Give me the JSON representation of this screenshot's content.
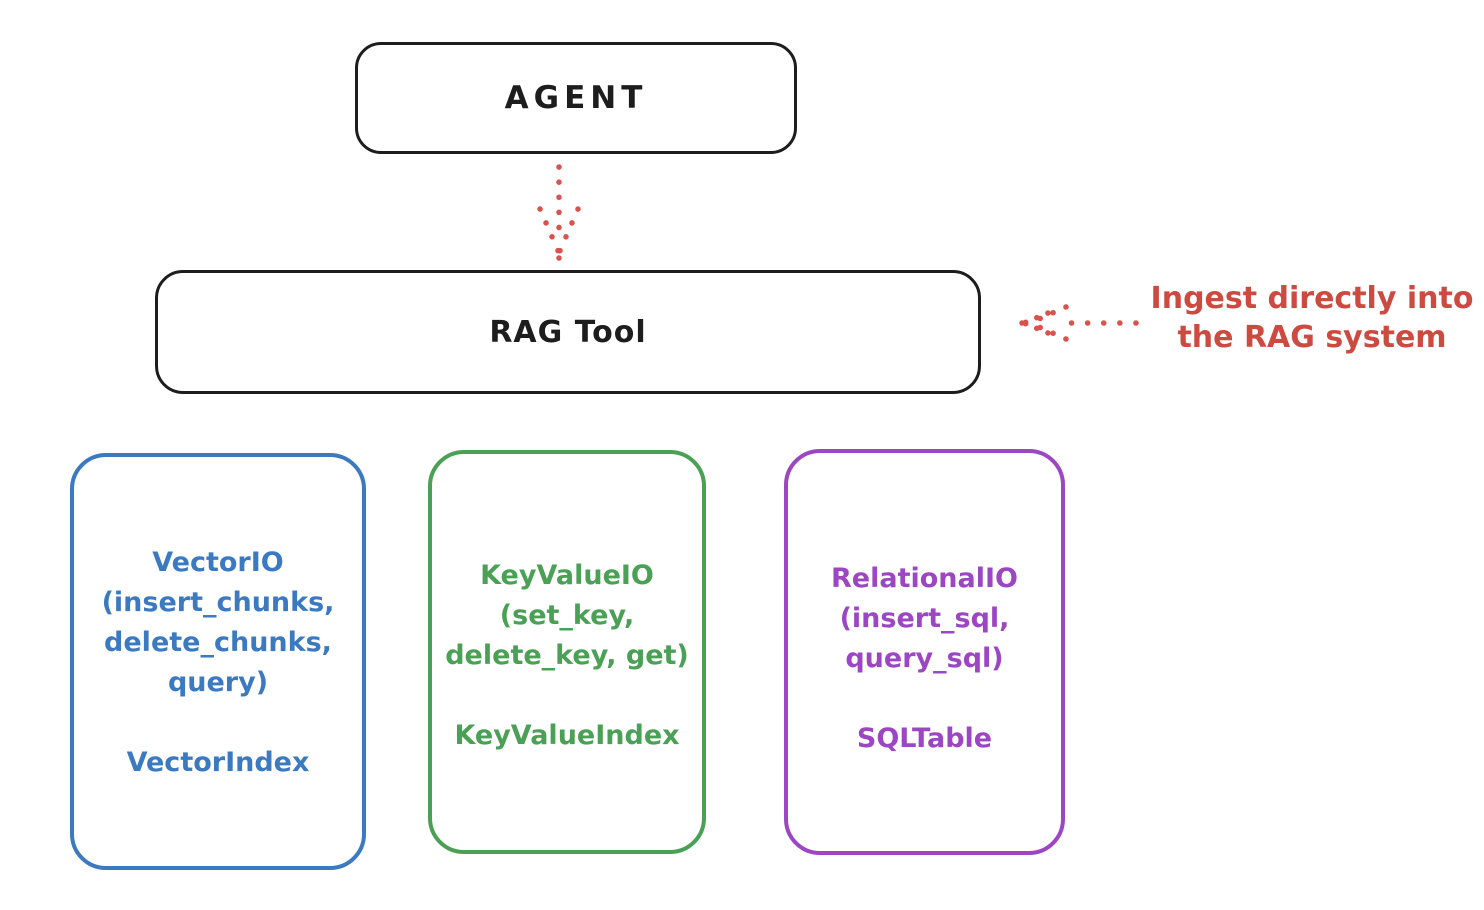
{
  "colors": {
    "ink": "#1d1d1d",
    "red": "#cd4a40",
    "blue": "#3b7ac1",
    "green": "#4aa055",
    "purple": "#9c46c4",
    "background": "#ffffff"
  },
  "agent": {
    "label": "AGENT"
  },
  "rag_tool": {
    "label": "RAG Tool"
  },
  "annotation": {
    "line1": "Ingest directly into",
    "line2": "the RAG system"
  },
  "arrows": [
    {
      "name": "agent-to-rag-dotted-arrow",
      "style": "dotted",
      "color": "#d9534c",
      "direction": "down"
    },
    {
      "name": "annotation-to-rag-dotted-arrow",
      "style": "dotted",
      "color": "#d9534c",
      "direction": "left"
    }
  ],
  "backends": [
    {
      "id": "vector-io",
      "color": "#3b7ac1",
      "lines": [
        "VectorIO",
        "(insert_chunks,",
        "delete_chunks,",
        "query)"
      ],
      "index": "VectorIndex"
    },
    {
      "id": "key-value-io",
      "color": "#4aa055",
      "lines": [
        "KeyValueIO",
        "(set_key,",
        "delete_key, get)"
      ],
      "index": "KeyValueIndex"
    },
    {
      "id": "relational-io",
      "color": "#9c46c4",
      "lines": [
        "RelationalIO",
        "(insert_sql,",
        "query_sql)"
      ],
      "index": "SQLTable"
    }
  ]
}
